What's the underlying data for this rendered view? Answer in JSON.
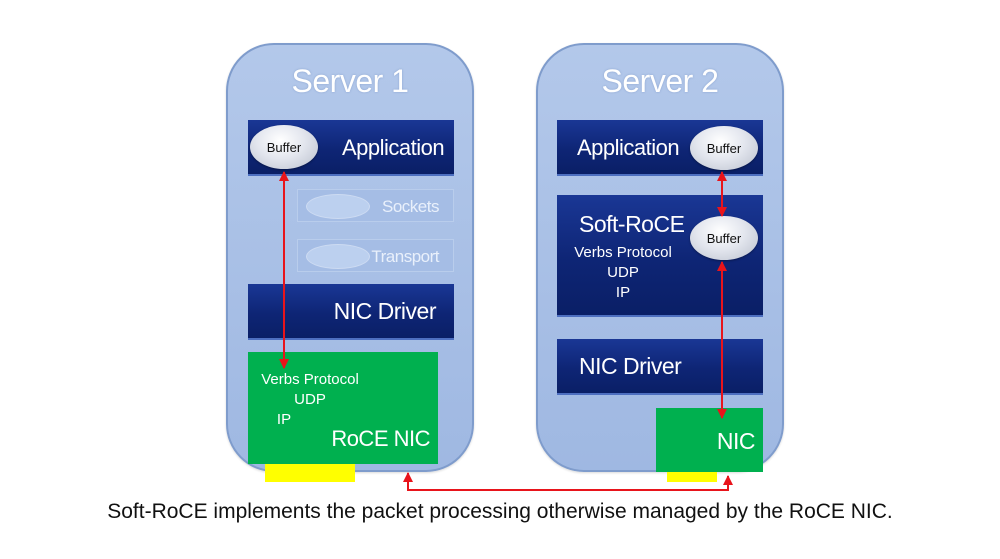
{
  "server1": {
    "title": "Server 1",
    "application": "Application",
    "buffer": "Buffer",
    "sockets": "Sockets",
    "transport": "Transport",
    "nic_driver": "NIC Driver",
    "nic_lines": [
      "Verbs Protocol",
      "UDP",
      "IP"
    ],
    "nic_label": "RoCE NIC"
  },
  "server2": {
    "title": "Server 2",
    "application": "Application",
    "app_buffer": "Buffer",
    "soft_roce": "Soft-RoCE",
    "soft_roce_lines": [
      "Verbs Protocol",
      "UDP",
      "IP"
    ],
    "soft_roce_buffer": "Buffer",
    "nic_driver": "NIC Driver",
    "nic_label": "NIC"
  },
  "caption": "Soft-RoCE implements the packet processing otherwise managed by the RoCE NIC.",
  "colors": {
    "server_fill": "#a9c1e7",
    "layer_dark": "#0e2575",
    "nic_green": "#00b04f",
    "port_yellow": "#ffff00",
    "arrow_red": "#e8141b"
  }
}
